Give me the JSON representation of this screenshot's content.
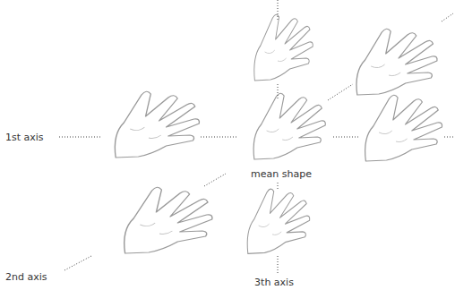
{
  "diagram": {
    "labels": [
      "1st axis",
      "mean shape",
      "2nd axis",
      "3th axis"
    ]
  }
}
